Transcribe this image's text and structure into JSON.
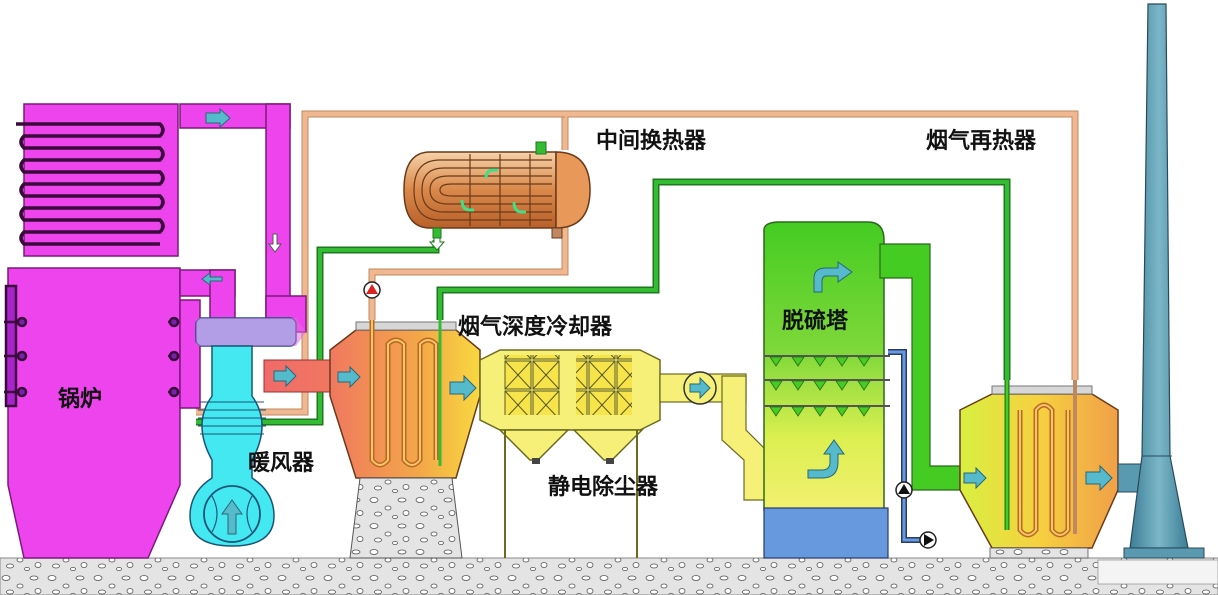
{
  "labels": {
    "boiler": "锅炉",
    "air_heater": "暖风器",
    "flue_gas_cooler": "烟气深度冷却器",
    "esp": "静电除尘器",
    "desulfurization_tower": "脱硫塔",
    "intermediate_heat_exchanger": "中间换热器",
    "flue_gas_reheater": "烟气再热器"
  },
  "colors": {
    "boiler": "#ee44ee",
    "air_heater": "#44e8f0",
    "cooler_gradient_start": "#f07860",
    "cooler_gradient_end": "#f8d840",
    "esp": "#f6f078",
    "tower_top": "#44cc22",
    "tower_mid": "#dcef50",
    "tower_bottom": "#6699dd",
    "green_pipe": "#33bb33",
    "hot_water_pipe": "#f0b890",
    "stack": "#5a9ab0",
    "flow_arrow": "#55bbcc",
    "ground": "#dddddd"
  }
}
